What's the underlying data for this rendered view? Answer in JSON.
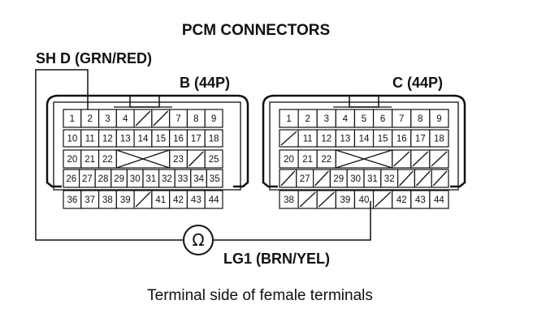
{
  "title": "PCM CONNECTORS",
  "caption": "Terminal side of female terminals",
  "meter_symbol": "Ω",
  "wire_labels": {
    "shd": "SH D (GRN/RED)",
    "lg1": "LG1 (BRN/YEL)"
  },
  "connectors": [
    {
      "id": "b",
      "label": "B (44P)",
      "rows": [
        [
          "1",
          "2",
          "3",
          "4",
          "/",
          "/",
          "7",
          "8",
          "9"
        ],
        [
          "10",
          "11",
          "12",
          "13",
          "14",
          "15",
          "16",
          "17",
          "18"
        ],
        [
          "20",
          "21",
          "22",
          "",
          "",
          "",
          "23",
          "/",
          "25"
        ],
        [
          "26",
          "27",
          "28",
          "29",
          "30",
          "31",
          "32",
          "33",
          "34",
          "35"
        ],
        [
          "36",
          "37",
          "38",
          "39",
          "/",
          "41",
          "42",
          "43",
          "44"
        ]
      ]
    },
    {
      "id": "c",
      "label": "C (44P)",
      "rows": [
        [
          "1",
          "2",
          "3",
          "4",
          "5",
          "6",
          "7",
          "8",
          "9"
        ],
        [
          "/",
          "11",
          "12",
          "13",
          "14",
          "15",
          "16",
          "17",
          "18"
        ],
        [
          "20",
          "21",
          "22",
          "",
          "",
          "",
          "/",
          "/",
          "/"
        ],
        [
          "/",
          "27",
          "/",
          "29",
          "30",
          "31",
          "32",
          "/",
          "/",
          "/"
        ],
        [
          "38",
          "/",
          "/",
          "39",
          "40",
          "/",
          "42",
          "43",
          "44"
        ]
      ]
    }
  ]
}
